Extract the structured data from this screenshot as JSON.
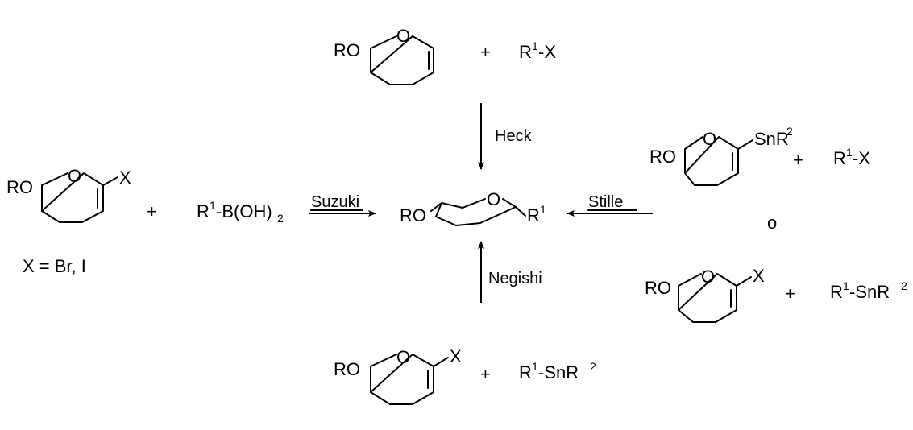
{
  "labels": {
    "ro": "RO",
    "o": "O",
    "x": "X",
    "plus": "+",
    "r": "R",
    "sup1": "1",
    "sup2": "2",
    "dash_x": "-X",
    "dash_b": "-B(OH)",
    "sub2": "2",
    "dash_sn": "-SnR",
    "sn": "SnR",
    "or": "o",
    "x_def": "X = Br, I"
  },
  "reactions": {
    "heck": "Heck",
    "suzuki": "Suzuki",
    "stille": "Stille",
    "negishi": "Negishi"
  }
}
